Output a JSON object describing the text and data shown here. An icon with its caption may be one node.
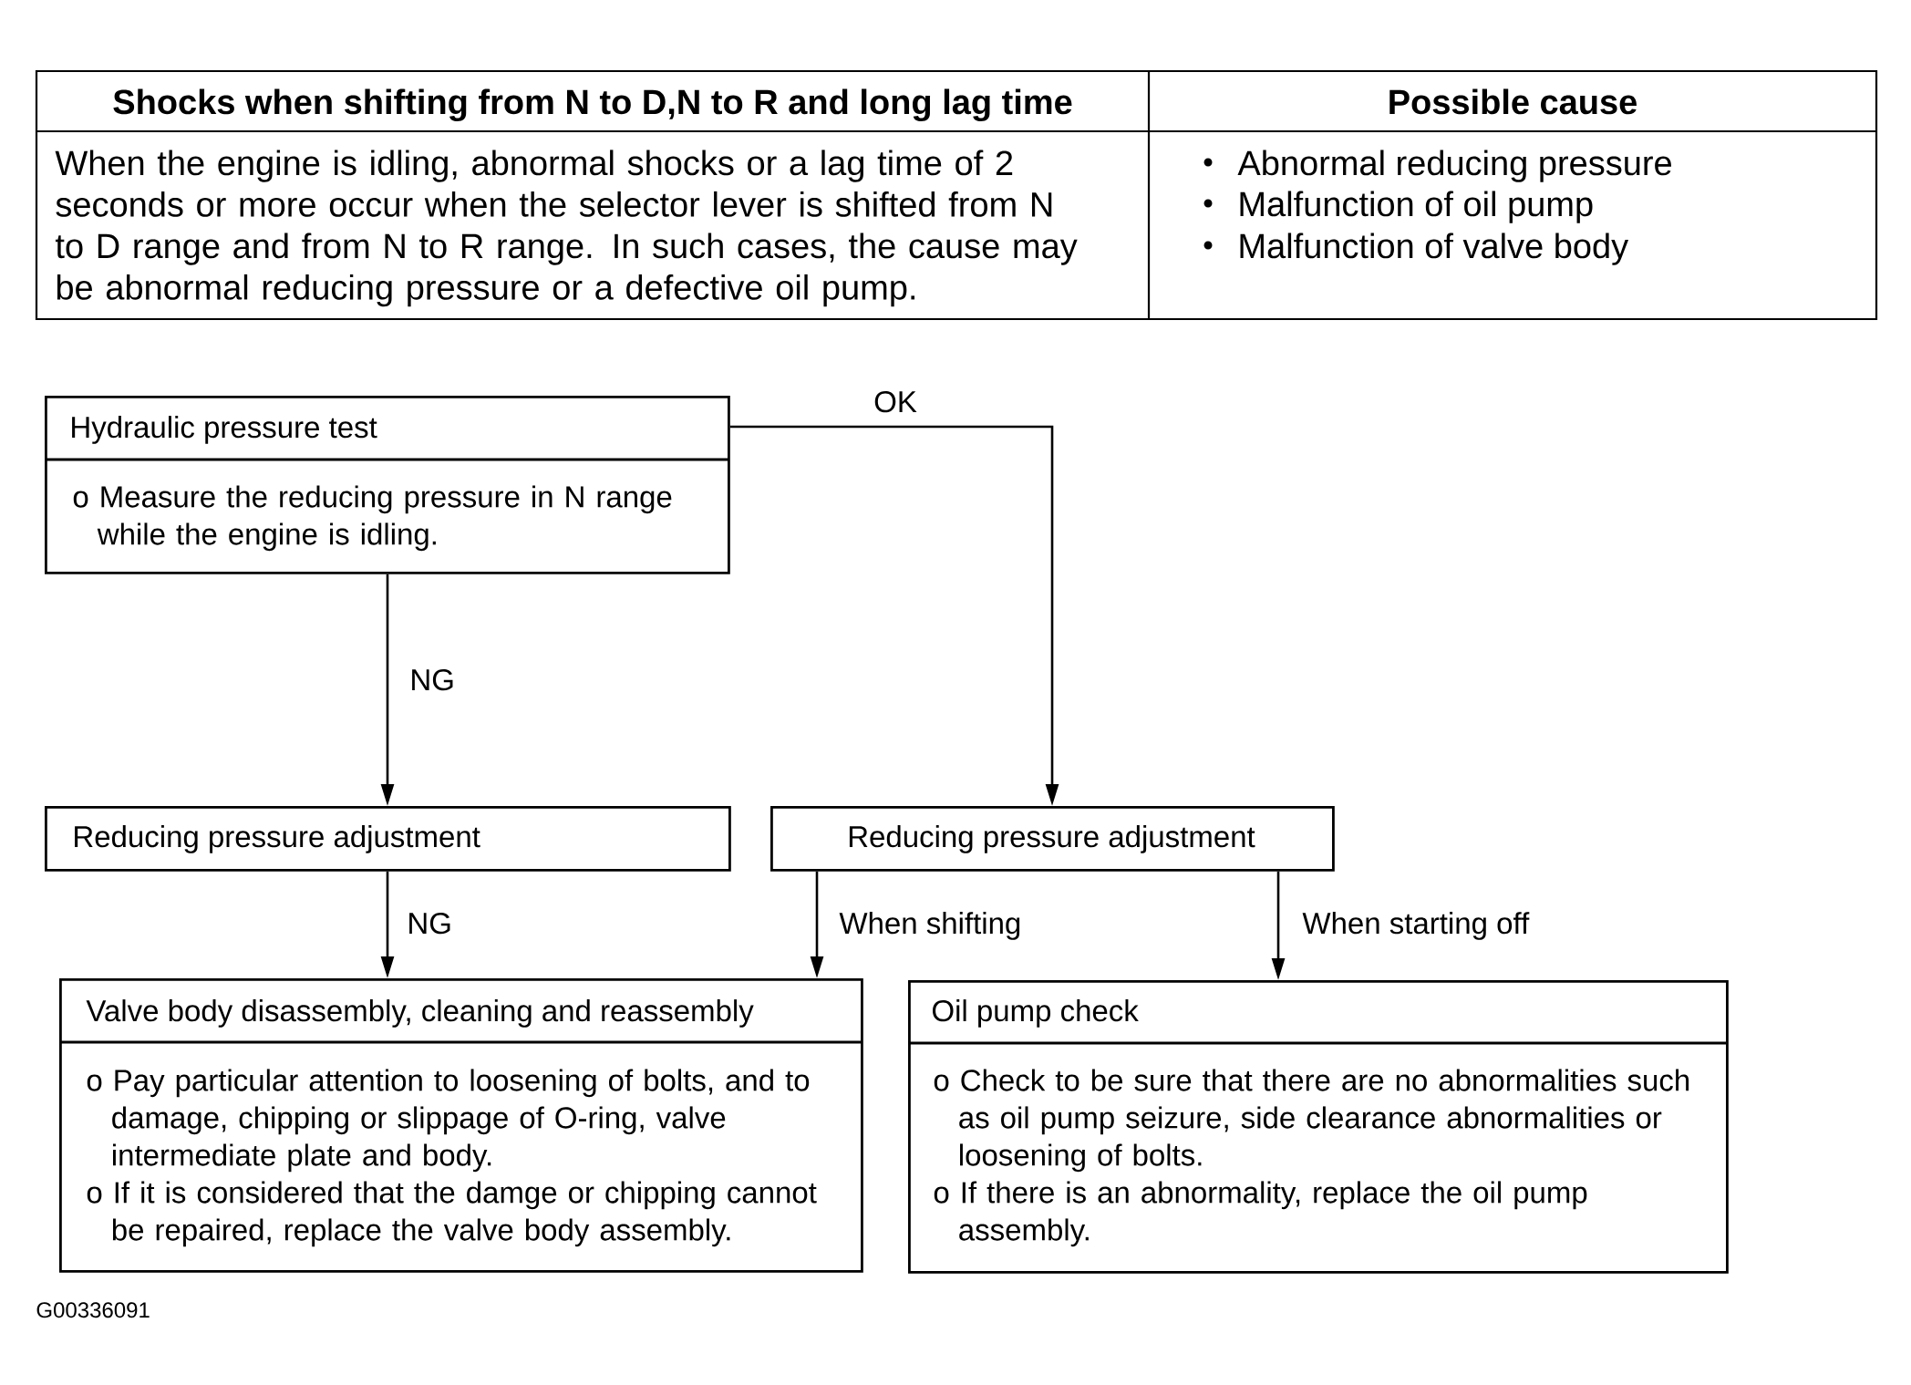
{
  "diagram": {
    "nodes": [
      {
        "text": [
          "Hydraulic pressure test",
          "o Measure the reducing pressure in N range while the engine is idling."
        ]
      },
      {
        "text": [
          "Reducing pressure adjustment"
        ]
      },
      {
        "text": [
          "Reducing pressure adjustment"
        ]
      },
      {
        "text": [
          "Valve body disassembly, cleaning and reassembly",
          "o Pay particular attention to loosening of bolts, and to damage, chipping or slippage of O-ring, valve intermediate plate and body.",
          "o If it is considered that the damge or chipping cannot be repaired, replace the valve body assembly."
        ]
      },
      {
        "text": [
          "Oil pump check",
          "o Check to be sure that there are no abnormalities such as oil pump seizure, side clearance abnormalities or loosening of bolts.",
          "o If there is an abnormality, replace the oil pump assembly."
        ]
      }
    ],
    "edges": [
      {
        "from": 0,
        "to": 1,
        "arrow": "to",
        "label": "NG"
      },
      {
        "from": 0,
        "to": 2,
        "arrow": "to",
        "label": "OK"
      },
      {
        "from": 1,
        "to": 3,
        "arrow": "to",
        "label": "NG"
      },
      {
        "from": 2,
        "to": 3,
        "arrow": "to",
        "label": "When shifting"
      },
      {
        "from": 2,
        "to": 4,
        "arrow": "to",
        "label": "When starting off"
      }
    ],
    "labels": [
      "Shocks when shifting from N to D,N to R and long lag time",
      "Possible cause",
      "When the engine is idling, abnormal shocks or a lag time of 2 seconds or more occur when the selector lever is shifted from N to D range and from N to R range. In such cases, the cause may be abnormal reducing pressure or a defective oil pump.",
      "Abnormal reducing pressure",
      "Malfunction of oil pump",
      "Malfunction of valve body",
      "G00336091"
    ]
  }
}
